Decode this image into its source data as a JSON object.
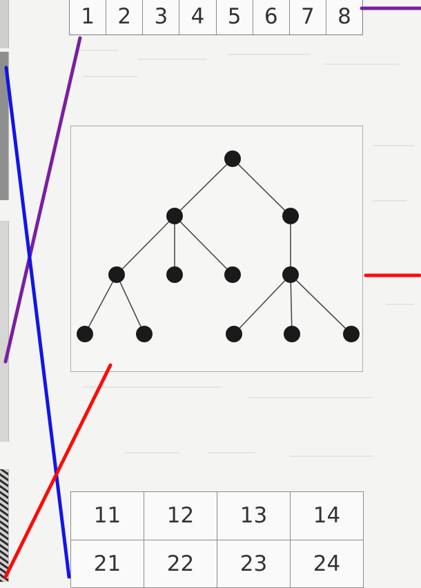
{
  "top_strip": {
    "cells": [
      "1",
      "2",
      "3",
      "4",
      "5",
      "6",
      "7",
      "8"
    ]
  },
  "grid": {
    "rows": [
      [
        "11",
        "12",
        "13",
        "14"
      ],
      [
        "21",
        "22",
        "23",
        "24"
      ]
    ]
  },
  "colors": {
    "purple_line": "#7a1fa0",
    "blue_line": "#1414e6",
    "red_line": "#ff0a0a",
    "node_fill": "#1a1a1a",
    "edge": "#4a4a4a"
  }
}
